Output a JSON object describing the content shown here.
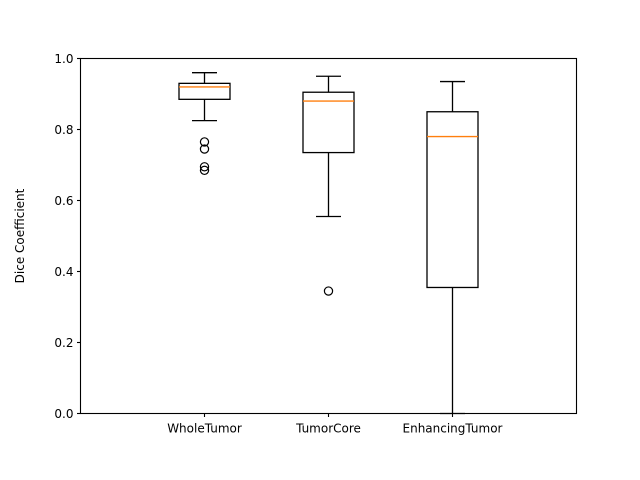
{
  "chart_data": {
    "type": "box",
    "title": "",
    "xlabel": "",
    "ylabel": "Dice Coefficient",
    "ylim": [
      0.0,
      1.0
    ],
    "yticks": [
      0.0,
      0.2,
      0.4,
      0.6,
      0.8,
      1.0
    ],
    "ytick_labels": [
      "0.0",
      "0.2",
      "0.4",
      "0.6",
      "0.8",
      "1.0"
    ],
    "grid": false,
    "legend": null,
    "categories": [
      "WholeTumor",
      "TumorCore",
      "EnhancingTumor"
    ],
    "median_color": "#ff7f0e",
    "box_color": "#000000",
    "boxes": [
      {
        "label": "WholeTumor",
        "whisker_low": 0.825,
        "q1": 0.885,
        "median": 0.92,
        "q3": 0.93,
        "whisker_high": 0.96,
        "outliers": [
          0.765,
          0.745,
          0.695,
          0.685
        ]
      },
      {
        "label": "TumorCore",
        "whisker_low": 0.555,
        "q1": 0.735,
        "median": 0.88,
        "q3": 0.905,
        "whisker_high": 0.95,
        "outliers": [
          0.345
        ]
      },
      {
        "label": "EnhancingTumor",
        "whisker_low": 0.0,
        "q1": 0.355,
        "median": 0.78,
        "q3": 0.85,
        "whisker_high": 0.935,
        "outliers": []
      }
    ]
  }
}
